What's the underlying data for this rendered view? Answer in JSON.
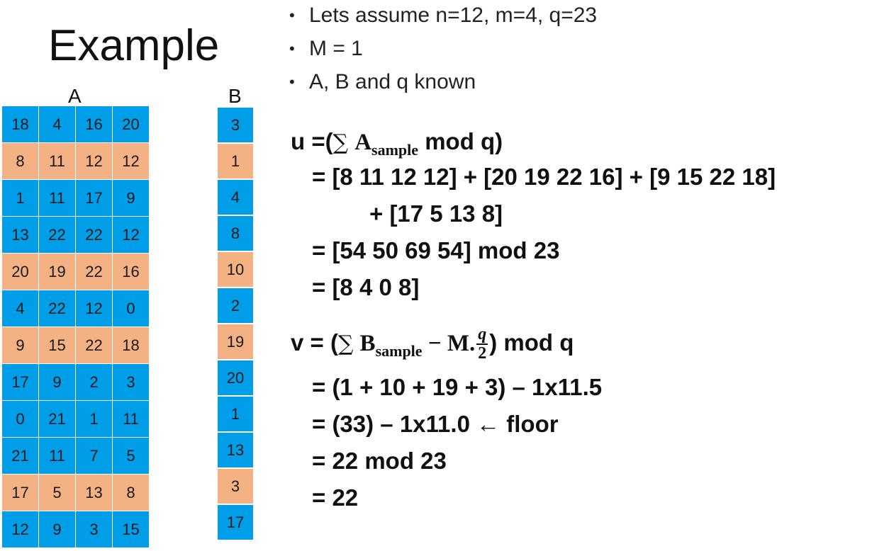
{
  "title": "Example",
  "bullets": [
    "Lets assume n=12, m=4, q=23",
    "M = 1",
    "A, B and q known"
  ],
  "matrix_a": {
    "label": "A",
    "rows": [
      {
        "cells": [
          "18",
          "4",
          "16",
          "20"
        ],
        "color": "#009ee8"
      },
      {
        "cells": [
          "8",
          "11",
          "12",
          "12"
        ],
        "color": "#f4b183"
      },
      {
        "cells": [
          "1",
          "11",
          "17",
          "9"
        ],
        "color": "#009ee8"
      },
      {
        "cells": [
          "13",
          "22",
          "22",
          "12"
        ],
        "color": "#009ee8"
      },
      {
        "cells": [
          "20",
          "19",
          "22",
          "16"
        ],
        "color": "#f4b183"
      },
      {
        "cells": [
          "4",
          "22",
          "12",
          "0"
        ],
        "color": "#009ee8"
      },
      {
        "cells": [
          "9",
          "15",
          "22",
          "18"
        ],
        "color": "#f4b183"
      },
      {
        "cells": [
          "17",
          "9",
          "2",
          "3"
        ],
        "color": "#009ee8"
      },
      {
        "cells": [
          "0",
          "21",
          "1",
          "11"
        ],
        "color": "#009ee8"
      },
      {
        "cells": [
          "21",
          "11",
          "7",
          "5"
        ],
        "color": "#009ee8"
      },
      {
        "cells": [
          "17",
          "5",
          "13",
          "8"
        ],
        "color": "#f4b183"
      },
      {
        "cells": [
          "12",
          "9",
          "3",
          "15"
        ],
        "color": "#009ee8"
      }
    ]
  },
  "vector_b": {
    "label": "B",
    "values": [
      "3",
      "1",
      "4",
      "8",
      "10",
      "2",
      "19",
      "20",
      "1",
      "13",
      "3",
      "17"
    ],
    "colors": [
      "#009ee8",
      "#f4b183",
      "#009ee8",
      "#009ee8",
      "#f4b183",
      "#009ee8",
      "#f4b183",
      "#009ee8",
      "#009ee8",
      "#009ee8",
      "#f4b183",
      "#009ee8"
    ]
  },
  "u_formula": {
    "prefix": "u =(",
    "sigma": "∑",
    "var": "A",
    "subscript": "sample",
    "suffix": " mod q)",
    "lines": [
      "= [8 11 12 12] + [20 19 22 16] + [9 15 22 18]",
      "+ [17 5 13 8]",
      "= [54 50 69 54] mod 23",
      "= [8 4 0 8]"
    ]
  },
  "v_formula": {
    "prefix": "v = (",
    "sigma": "∑",
    "var": "B",
    "subscript": "sample",
    "minus": " − M.",
    "frac_num": "q",
    "frac_den": "2",
    "suffix": ") mod q",
    "lines": [
      "= (1 + 10 + 19 + 3) – 1x11.5",
      "= (33) – 1x11.0  ← floor",
      "= 22 mod 23",
      "= 22"
    ]
  }
}
